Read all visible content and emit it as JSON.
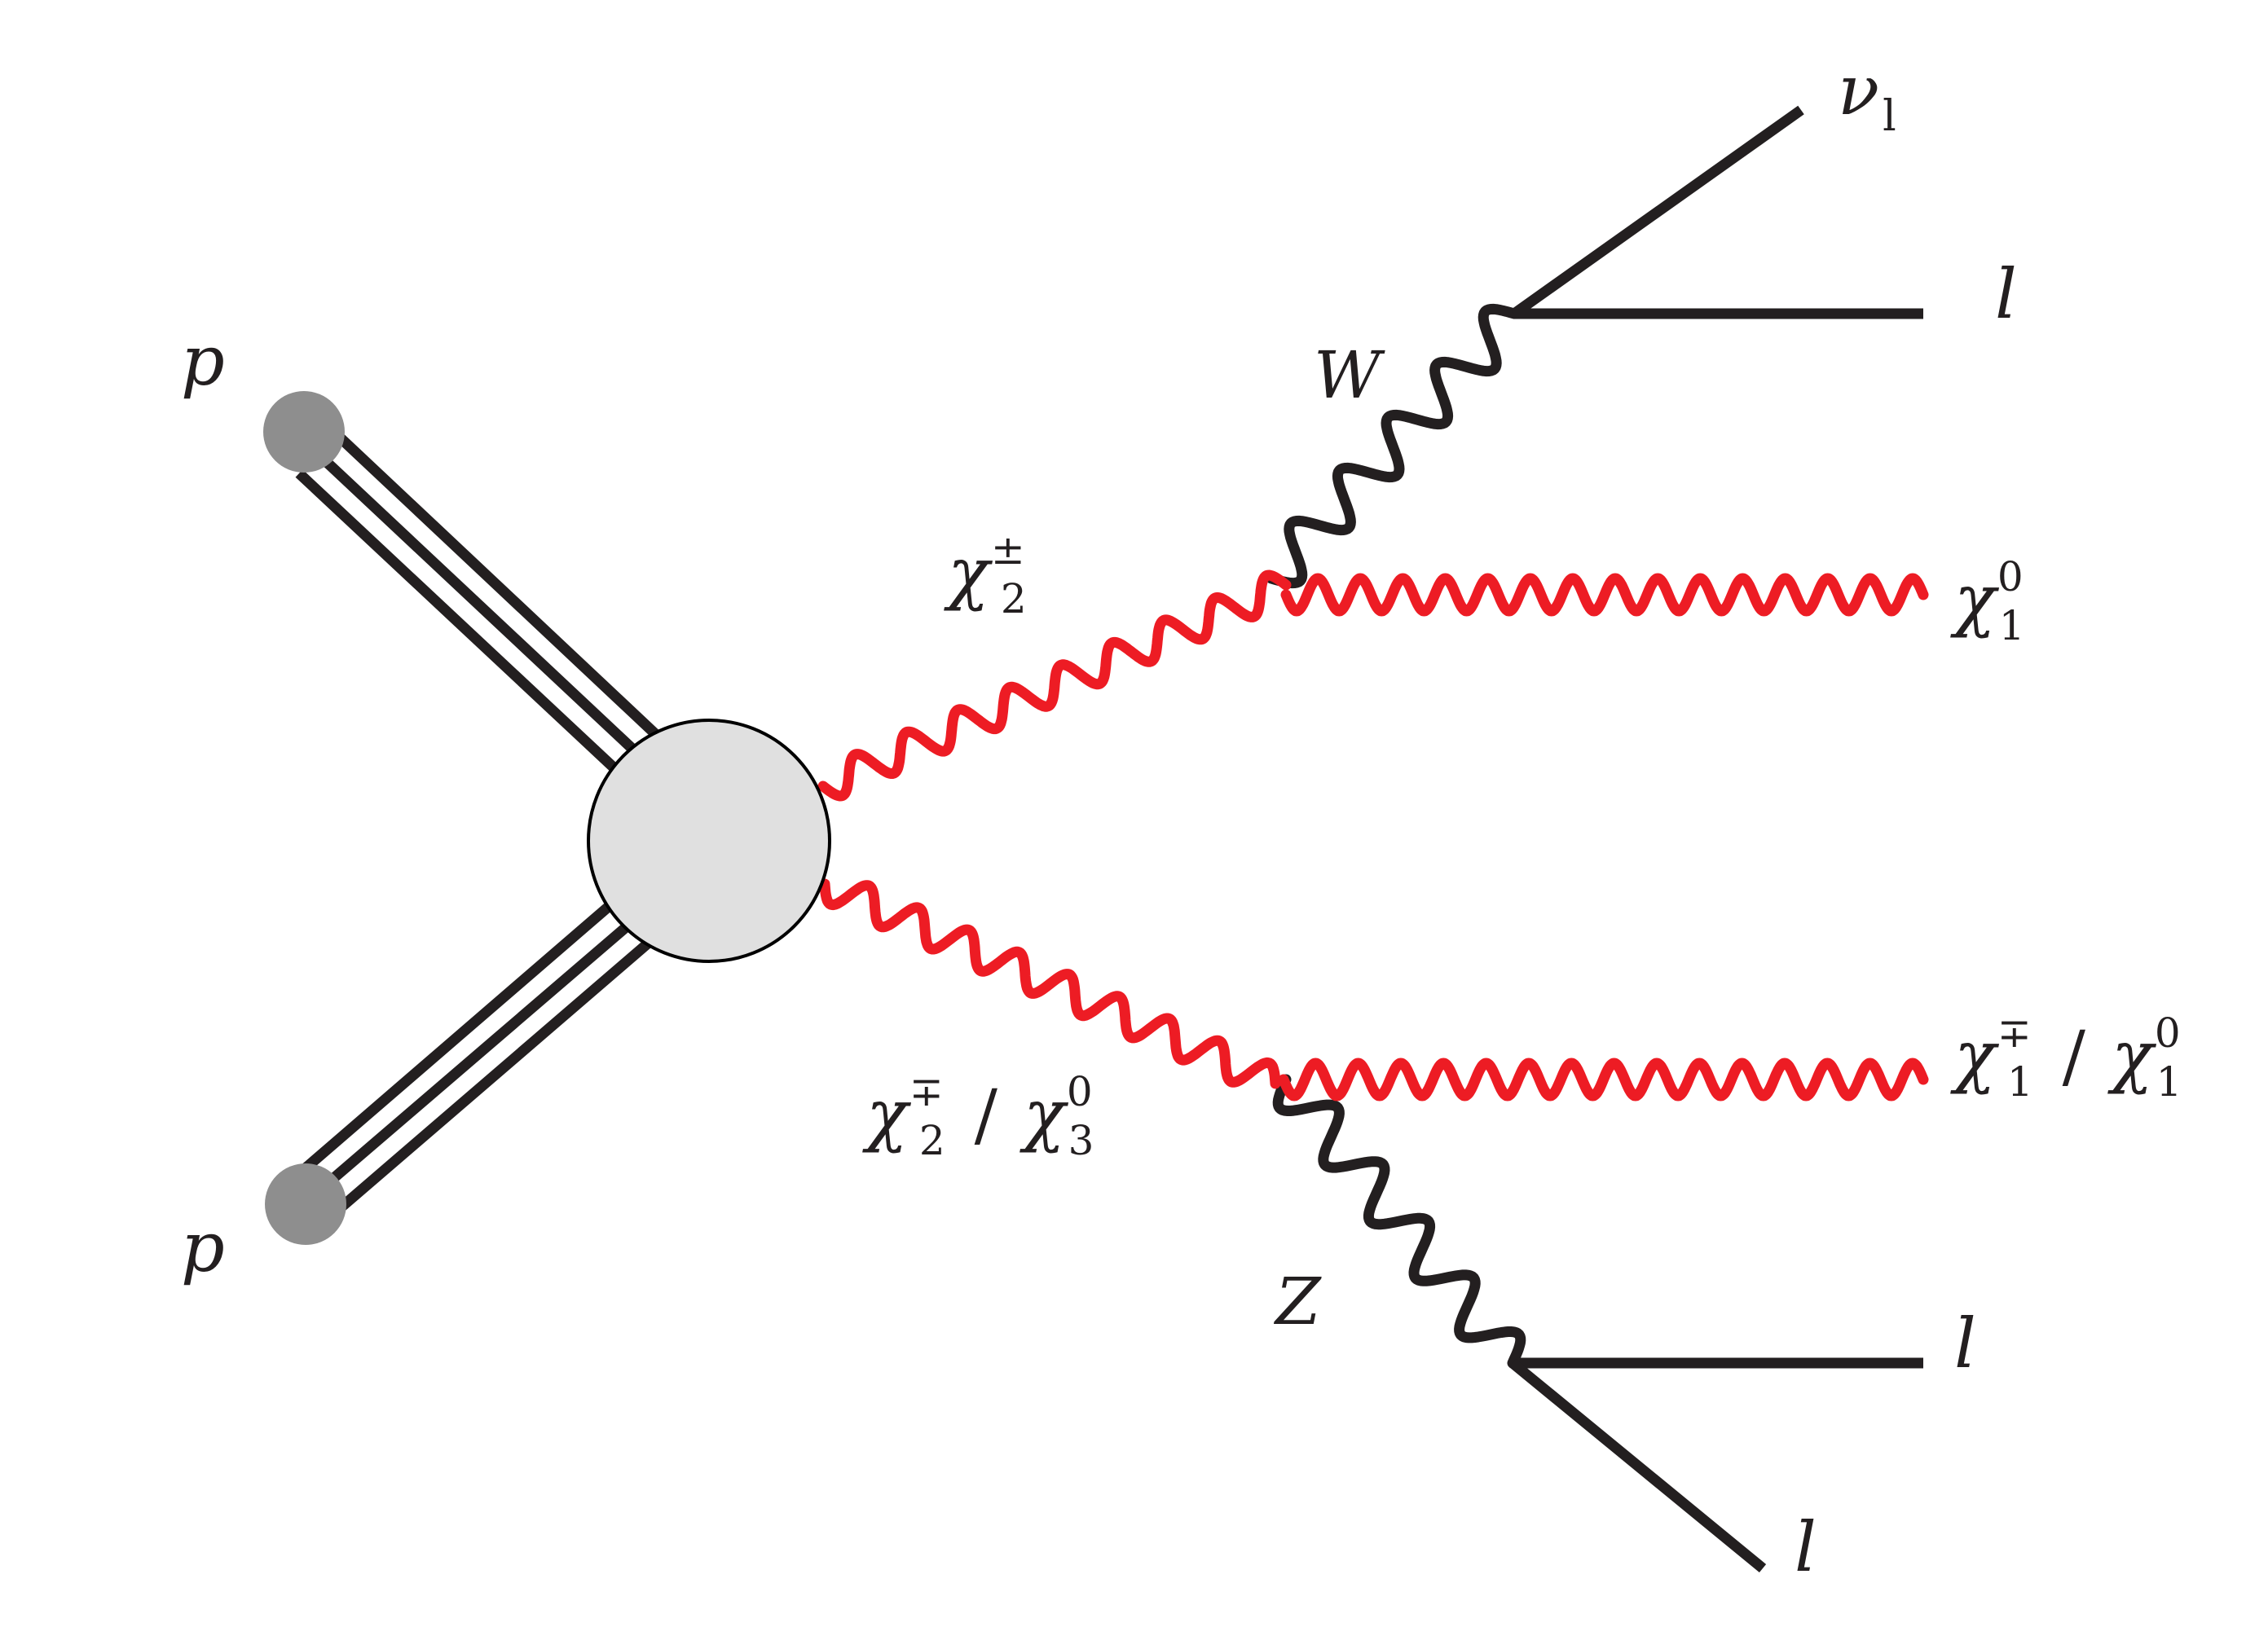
{
  "labels": {
    "proton_top": "p",
    "proton_bottom": "p",
    "w_boson": "W",
    "z_boson": "Z",
    "chargino_top": {
      "base": "χ",
      "sub": "2",
      "sup": "±"
    },
    "chargino_bottom": {
      "base1": "χ",
      "sub1": "2",
      "sup1": "∓",
      "slash": "/",
      "base2": "χ",
      "sub2": "3",
      "sup2": "0"
    },
    "neutralino_top": {
      "base": "χ",
      "sub": "1",
      "sup": "0"
    },
    "neutralino_bottom": {
      "base1": "χ",
      "sub1": "1",
      "sup1": "∓",
      "slash": "/",
      "base2": "χ",
      "sub2": "1",
      "sup2": "0"
    },
    "neutrino": {
      "base": "ν",
      "sub": "l"
    },
    "lepton_w": "l",
    "lepton_z_upper": "l",
    "lepton_z_lower": "l"
  },
  "colors": {
    "sparticle": "#ed1c24",
    "boson": "#231f20",
    "line": "#231f20",
    "blob_fill": "#e0e0e0",
    "blob_stroke": "#000000",
    "proton_fill": "#8e8e8e"
  }
}
